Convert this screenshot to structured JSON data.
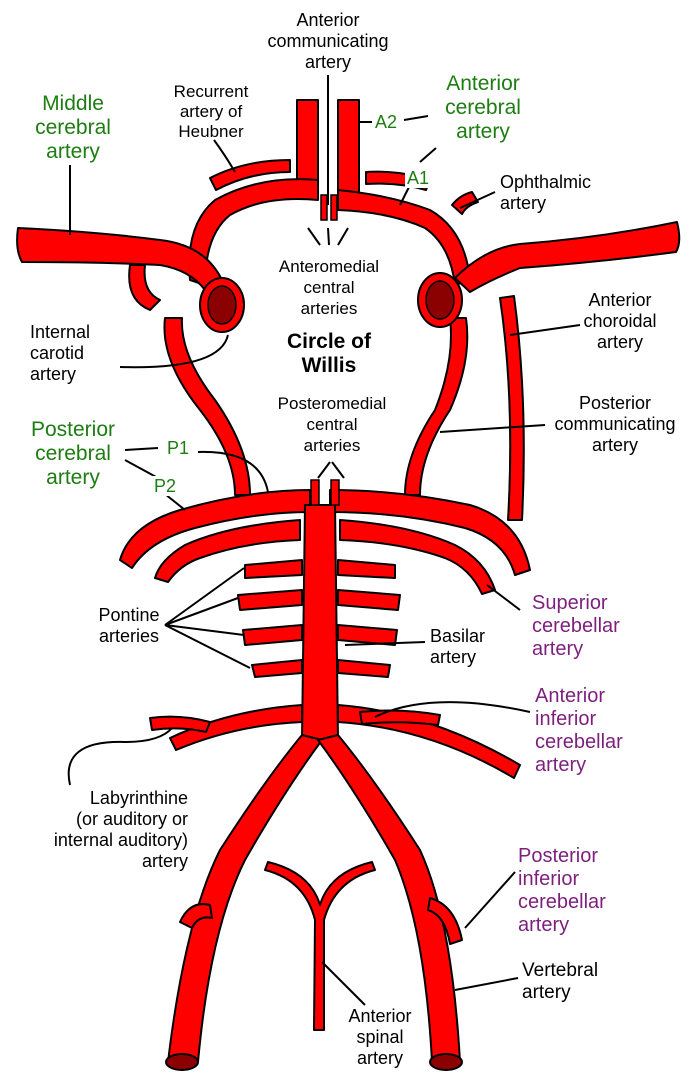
{
  "diagram": {
    "colors": {
      "artery": "#ff0000",
      "artery_dark": "#8b0000",
      "outline": "#000000",
      "green_label": "#1e7d12",
      "purple_label": "#7d1f7d"
    },
    "title": "Circle of\nWillis",
    "labels": {
      "acomm": "Anterior\ncommunicating\nartery",
      "heubner": "Recurrent\nartery of\nHeubner",
      "aca": "Anterior\ncerebral\nartery",
      "a2": "A2",
      "a1": "A1",
      "mca": "Middle\ncerebral\nartery",
      "ophthalmic": "Ophthalmic\nartery",
      "anteromedial": "Anteromedial\ncentral\narteries",
      "ica": "Internal\ncarotid\nartery",
      "achoroidal": "Anterior\nchoroidal\nartery",
      "posteromedial": "Posteromedial\ncentral\narteries",
      "pca": "Posterior\ncerebral\nartery",
      "p1": "P1",
      "p2": "P2",
      "pcomm": "Posterior\ncommunicating\nartery",
      "sca": "Superior\ncerebellar\nartery",
      "pontine": "Pontine\narteries",
      "basilar": "Basilar\nartery",
      "aica": "Anterior\ninferior\ncerebellar\nartery",
      "labyrinthine": "Labyrinthine\n(or auditory or\ninternal auditory)\nartery",
      "pica": "Posterior\ninferior\ncerebellar\nartery",
      "vertebral": "Vertebral\nartery",
      "aspinal": "Anterior\nspinal\nartery"
    }
  }
}
